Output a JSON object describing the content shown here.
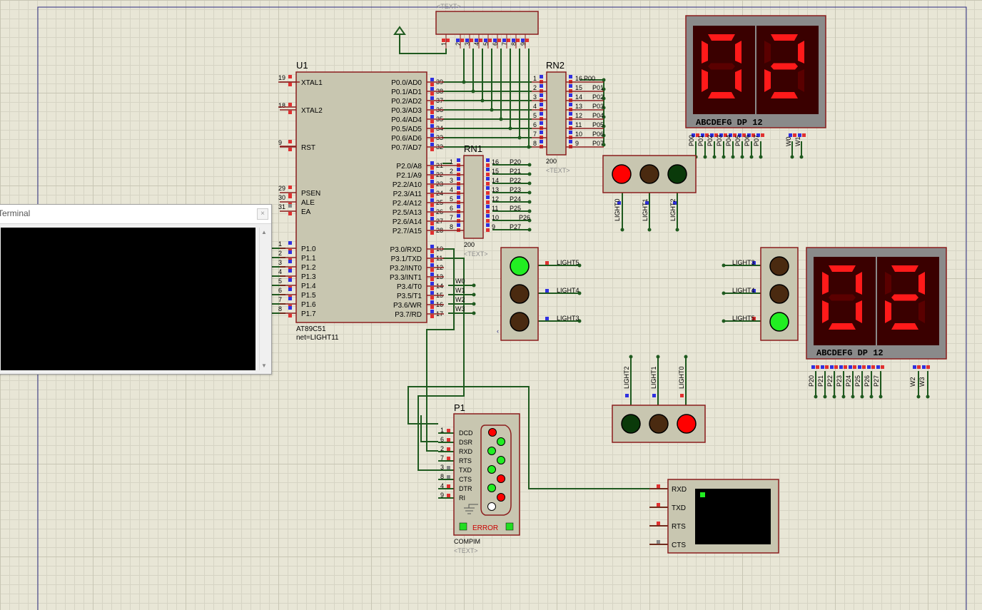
{
  "terminal": {
    "title": "Terminal",
    "close": "×"
  },
  "u1": {
    "ref": "U1",
    "part": "AT89C51",
    "net": "net=LIGHT11",
    "left_pins": [
      {
        "num": "19",
        "name": "XTAL1"
      },
      {
        "num": "18",
        "name": "XTAL2"
      },
      {
        "num": "9",
        "name": "RST"
      },
      {
        "num": "29",
        "name": "PSEN"
      },
      {
        "num": "30",
        "name": "ALE"
      },
      {
        "num": "31",
        "name": "EA"
      },
      {
        "num": "1",
        "name": "P1.0"
      },
      {
        "num": "2",
        "name": "P1.1"
      },
      {
        "num": "3",
        "name": "P1.2"
      },
      {
        "num": "4",
        "name": "P1.3"
      },
      {
        "num": "5",
        "name": "P1.4"
      },
      {
        "num": "6",
        "name": "P1.5"
      },
      {
        "num": "7",
        "name": "P1.6"
      },
      {
        "num": "8",
        "name": "P1.7"
      }
    ],
    "right_pins": [
      {
        "num": "39",
        "name": "P0.0/AD0"
      },
      {
        "num": "38",
        "name": "P0.1/AD1"
      },
      {
        "num": "37",
        "name": "P0.2/AD2"
      },
      {
        "num": "36",
        "name": "P0.3/AD3"
      },
      {
        "num": "35",
        "name": "P0.4/AD4"
      },
      {
        "num": "34",
        "name": "P0.5/AD5"
      },
      {
        "num": "33",
        "name": "P0.6/AD6"
      },
      {
        "num": "32",
        "name": "P0.7/AD7"
      },
      {
        "num": "21",
        "name": "P2.0/A8"
      },
      {
        "num": "22",
        "name": "P2.1/A9"
      },
      {
        "num": "23",
        "name": "P2.2/A10"
      },
      {
        "num": "24",
        "name": "P2.3/A11"
      },
      {
        "num": "25",
        "name": "P2.4/A12"
      },
      {
        "num": "26",
        "name": "P2.5/A13"
      },
      {
        "num": "27",
        "name": "P2.6/A14"
      },
      {
        "num": "28",
        "name": "P2.7/A15"
      },
      {
        "num": "10",
        "name": "P3.0/RXD"
      },
      {
        "num": "11",
        "name": "P3.1/TXD"
      },
      {
        "num": "12",
        "name": "P3.2/INT0"
      },
      {
        "num": "13",
        "name": "P3.3/INT1"
      },
      {
        "num": "14",
        "name": "P3.4/T0"
      },
      {
        "num": "15",
        "name": "P3.5/T1"
      },
      {
        "num": "16",
        "name": "P3.6/WR"
      },
      {
        "num": "17",
        "name": "P3.7/RD"
      }
    ],
    "p3_nets": [
      "W0",
      "W1",
      "W2",
      "W3"
    ]
  },
  "header_top": {
    "text": "<TEXT>",
    "pins": [
      "1",
      "2",
      "3",
      "4",
      "5",
      "6",
      "7",
      "8",
      "9"
    ]
  },
  "rn2": {
    "ref": "RN2",
    "value": "200",
    "text": "<TEXT>",
    "left_pins": [
      "1",
      "2",
      "3",
      "4",
      "5",
      "6",
      "7",
      "8"
    ],
    "right_pins": [
      "16",
      "15",
      "14",
      "13",
      "12",
      "11",
      "10",
      "9"
    ],
    "nets": [
      "P00",
      "P01",
      "P02",
      "P03",
      "P04",
      "P05",
      "P06",
      "P07"
    ]
  },
  "rn1": {
    "ref": "RN1",
    "value": "200",
    "text": "<TEXT>",
    "left_pins": [
      "1",
      "2",
      "3",
      "4",
      "5",
      "6",
      "7",
      "8"
    ],
    "right_pins": [
      "16",
      "15",
      "14",
      "13",
      "12",
      "11",
      "10",
      "9"
    ],
    "nets": [
      "P20",
      "P21",
      "P22",
      "P23",
      "P24",
      "P25",
      "P26",
      "P27"
    ]
  },
  "display_top": {
    "digits": "02",
    "label": "ABCDEFG  DP     12",
    "pins": [
      "P00",
      "P01",
      "P02",
      "P03",
      "P04",
      "P05",
      "P06",
      "P07"
    ],
    "common": [
      "W0",
      "W1"
    ]
  },
  "display_bottom": {
    "digits": "02",
    "label": "ABCDEFG  DP     12",
    "pins": [
      "P20",
      "P21",
      "P22",
      "P23",
      "P24",
      "P25",
      "P26",
      "P27"
    ],
    "common": [
      "W2",
      "W3"
    ]
  },
  "traffic_top_right": {
    "nets": [
      "LIGHT0",
      "LIGHT1",
      "LIGHT2"
    ],
    "states": [
      "red",
      "off",
      "off"
    ]
  },
  "traffic_mid_left": {
    "nets": [
      "LIGHT5",
      "LIGHT4",
      "LIGHT3"
    ],
    "states": [
      "green",
      "off",
      "off"
    ]
  },
  "traffic_mid_right": {
    "nets": [
      "LIGHT3",
      "LIGHT4",
      "LIGHT5"
    ],
    "states": [
      "off",
      "off",
      "green"
    ]
  },
  "traffic_bottom": {
    "nets": [
      "LIGHT2",
      "LIGHT1",
      "LIGHT0"
    ],
    "states": [
      "off",
      "off",
      "red"
    ]
  },
  "p1": {
    "ref": "P1",
    "part": "COMPIM",
    "text": "<TEXT>",
    "error": "ERROR",
    "pins": [
      {
        "num": "1",
        "name": "DCD"
      },
      {
        "num": "6",
        "name": "DSR"
      },
      {
        "num": "2",
        "name": "RXD"
      },
      {
        "num": "7",
        "name": "RTS"
      },
      {
        "num": "3",
        "name": "TXD"
      },
      {
        "num": "8",
        "name": "CTS"
      },
      {
        "num": "4",
        "name": "DTR"
      },
      {
        "num": "9",
        "name": "RI"
      }
    ]
  },
  "vterm": {
    "pins": [
      "RXD",
      "TXD",
      "RTS",
      "CTS"
    ]
  },
  "colors": {
    "wire": "#1f5a1f",
    "chip": "#c8c6b0",
    "chip_border": "#8b1d1d",
    "seg_on": "#ff1a1a",
    "seg_off": "#5a0000",
    "led_red": "#ff0000",
    "led_green": "#22ee22",
    "led_off": "#4a2a10"
  }
}
